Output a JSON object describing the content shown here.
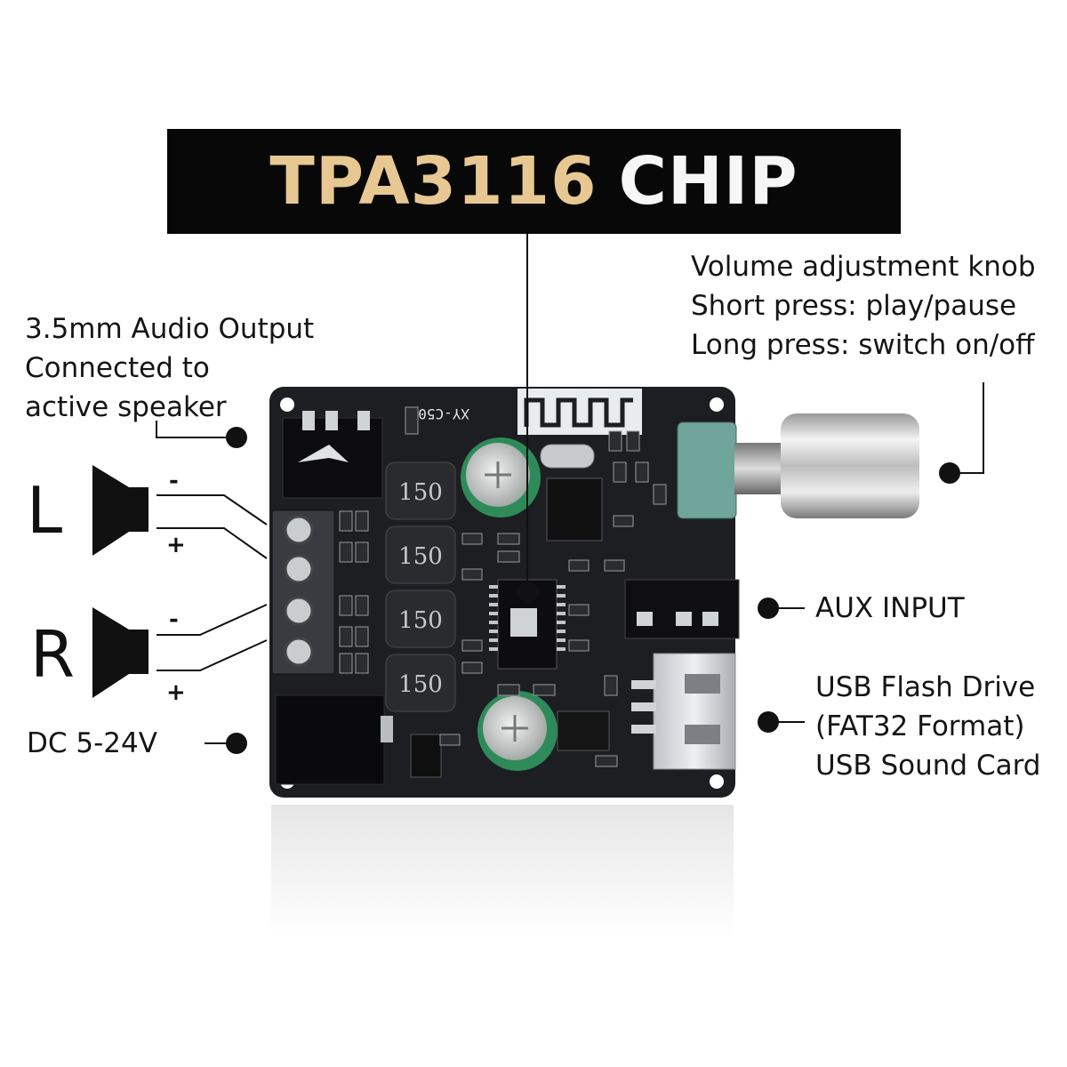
{
  "title": {
    "chip_model": "TPA3116",
    "chip_word": "CHIP"
  },
  "labels": {
    "audio_output": [
      "3.5mm Audio Output",
      "Connected to",
      "active speaker"
    ],
    "volume_knob": [
      "Volume adjustment knob",
      "Short press: play/pause",
      "Long press: switch on/off"
    ],
    "aux_input": "AUX INPUT",
    "usb": [
      "USB Flash Drive",
      "(FAT32 Format)",
      "USB Sound Card"
    ],
    "power": "DC 5-24V"
  },
  "speakers": {
    "left": {
      "letter": "L",
      "minus": "-",
      "plus": "+"
    },
    "right": {
      "letter": "R",
      "minus": "-",
      "plus": "+"
    }
  },
  "board": {
    "silkscreen": "XY-C50H",
    "inductors": [
      "150",
      "150",
      "150",
      "150"
    ]
  },
  "colors": {
    "title_background": "#080808",
    "title_gold": "#e8c892",
    "board": "#1d1e22",
    "potentiometer": "#6fa59a",
    "capacitor": "#2f8a5a"
  }
}
